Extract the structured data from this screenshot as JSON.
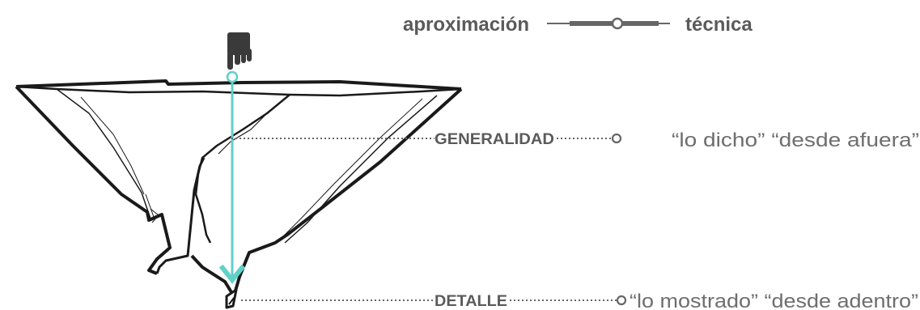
{
  "header": {
    "left_label": "aproximación",
    "right_label": "técnica"
  },
  "levels": {
    "top": {
      "label": "GENERALIDAD",
      "description": "“lo dicho” “desde afuera”"
    },
    "bottom": {
      "label": "DETALLE",
      "description": "“lo mostrado” “desde adentro”"
    }
  },
  "icons": {
    "pointer": "hand-pointer-icon",
    "tip": "pencil-tip-icon"
  },
  "colors": {
    "ink": "#1a1a1a",
    "gray_text": "#6e6e6e",
    "label_text": "#5a5a5a",
    "accent": "#5fd1c8",
    "slider": "#666666"
  }
}
